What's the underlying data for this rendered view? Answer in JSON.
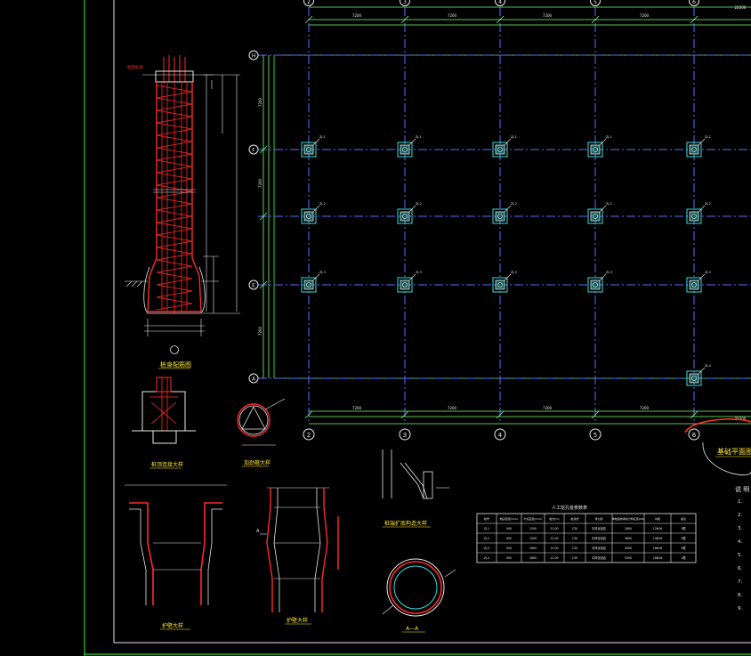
{
  "drawing": {
    "grid_top_labels": [
      "2",
      "3",
      "4",
      "5",
      "6"
    ],
    "grid_bottom_labels": [
      "2",
      "3",
      "4",
      "5",
      "6"
    ],
    "grid_left_labels": [
      "H",
      "F",
      "E",
      "A"
    ],
    "pile_tags": [
      "ZJ-1",
      "ZJ-1",
      "ZJ-1",
      "ZJ-1",
      "ZJ-1",
      "ZJ-2",
      "ZJ-2",
      "ZJ-2",
      "ZJ-2",
      "ZJ-2",
      "ZJ-3",
      "ZJ-3",
      "ZJ-3",
      "ZJ-3",
      "ZJ-3",
      "ZJ-4"
    ],
    "top_dims": [
      "7200",
      "7200",
      "7200",
      "7200"
    ],
    "bottom_dims": [
      "7200",
      "7200",
      "7200",
      "7200"
    ],
    "top_right_text": "22200",
    "bottom_right_text": "22200",
    "left_dims": [
      "7200",
      "7200",
      "7200"
    ],
    "pile_detail_title": "桩身配筋图",
    "cap_detail_title": "桩顶连接大样",
    "ring_detail_title": "加劲箍大样",
    "liner_detail_title": "护壁大样",
    "liner2_detail_title": "护壁大样",
    "anchor_detail_title": "桩端扩底构造大样",
    "section_title": "A—A",
    "plan_title": "基础平面图",
    "section_mark": "A",
    "pile_label_left": "桩顶标高",
    "table": {
      "title": "人工挖孔桩参数表",
      "headers": [
        "桩号",
        "桩身直径(mm)",
        "扩底直径(mm)",
        "桩长(m)",
        "桩身砼",
        "持力层",
        "单桩竖向承载力特征值(kN)",
        "纵筋",
        "备注"
      ],
      "rows": [
        [
          "ZJ-1",
          "900",
          "1200",
          "12.00",
          "C30",
          "中风化泥岩",
          "2800",
          "12Φ16",
          "3根"
        ],
        [
          "ZJ-2",
          "900",
          "1400",
          "12.00",
          "C30",
          "中风化泥岩",
          "3600",
          "14Φ16",
          "5根"
        ],
        [
          "ZJ-3",
          "900",
          "1600",
          "12.00",
          "C30",
          "中风化泥岩",
          "4500",
          "16Φ18",
          "5根"
        ],
        [
          "ZJ-4",
          "900",
          "1800",
          "12.00",
          "C30",
          "中风化泥岩",
          "5200",
          "18Φ18",
          "1根"
        ]
      ]
    },
    "notes_title": "说 明",
    "notes_numbers": [
      "1.",
      "2.",
      "3.",
      "4.",
      "5.",
      "6.",
      "7.",
      "8.",
      "9."
    ]
  }
}
